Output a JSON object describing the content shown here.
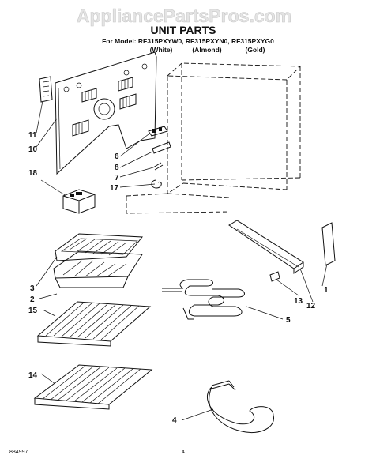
{
  "header": {
    "watermark": "AppliancePartsPros.com",
    "title": "UNIT PARTS",
    "model_line": "For Model: RF315PXYW0, RF315PXYN0, RF315PXYG0",
    "variants": [
      "(White)",
      "(Almond)",
      "(Gold)"
    ]
  },
  "callouts": [
    "1",
    "2",
    "3",
    "4",
    "5",
    "6",
    "7",
    "8",
    "10",
    "11",
    "12",
    "13",
    "14",
    "15",
    "17",
    "18"
  ],
  "footer": {
    "doc_number": "884997",
    "page_number": "4"
  }
}
